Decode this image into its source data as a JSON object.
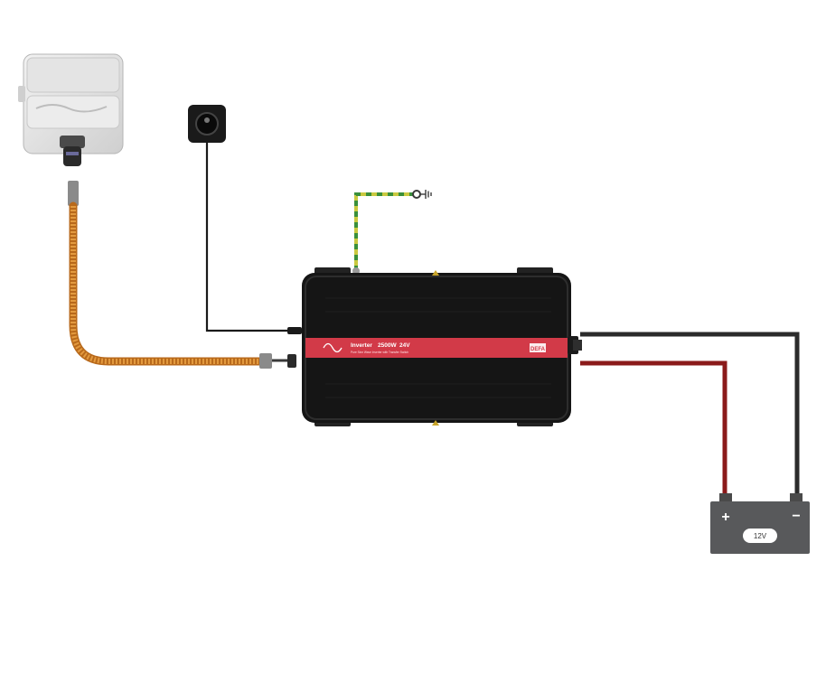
{
  "inverter": {
    "title": "Inverter",
    "power": "2500W",
    "voltage": "24V",
    "subtitle": "Pure Sine Wave Inverter with Transfer Switch",
    "brand": "DEFA",
    "body_color": "#151515",
    "band_color": "#d23a48"
  },
  "battery": {
    "label": "12V",
    "positive_symbol": "+",
    "negative_symbol": "−",
    "body_color": "#58595b"
  },
  "wires": {
    "positive_color": "#8b1a1a",
    "negative_color": "#2b2b2b",
    "ground_color": "#c9c940",
    "ground_stripe_color": "#3a8f3a",
    "ac_conduit_color": "#d9892e",
    "remote_cable_color": "#1a1a1a"
  },
  "components": {
    "outlet": "outlet-socket",
    "remote": "remote-switch",
    "ground": "ground-symbol"
  }
}
